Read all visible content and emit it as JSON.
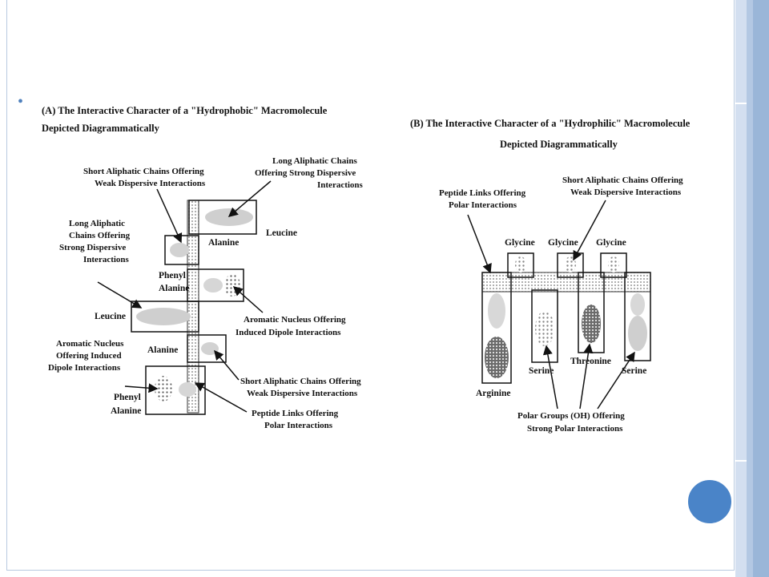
{
  "slide": {
    "bullet": "•",
    "colors": {
      "frame": "#b8c9e0",
      "rail_dark": "#98b4d6",
      "rail_light": "#c6d6ea",
      "circle": "#4a84c8"
    }
  },
  "panel_a": {
    "title_line1": "(A) The Interactive Character of a \"Hydrophobic\" Macromolecule",
    "title_line2": "Depicted Diagrammatically",
    "labels": {
      "short_chains_top_1": "Short Aliphatic Chains Offering",
      "short_chains_top_2": "Weak Dispersive Interactions",
      "long_chains_top_1": "Long Aliphatic Chains",
      "long_chains_top_2": "Offering Strong Dispersive",
      "long_chains_top_3": "Interactions",
      "long_chains_left_1": "Long Aliphatic",
      "long_chains_left_2": "Chains Offering",
      "long_chains_left_3": "Strong Dispersive",
      "long_chains_left_4": "Interactions",
      "aromatic_right_1": "Aromatic Nucleus Offering",
      "aromatic_right_2": "Induced Dipole Interactions",
      "aromatic_left_1": "Aromatic Nucleus",
      "aromatic_left_2": "Offering Induced",
      "aromatic_left_3": "Dipole Interactions",
      "short_chains_bottom_1": "Short Aliphatic Chains Offering",
      "short_chains_bottom_2": "Weak Dispersive Interactions",
      "peptide_1": "Peptide Links Offering",
      "peptide_2": "Polar Interactions"
    },
    "residues": {
      "leucine_top": "Leucine",
      "alanine_top": "Alanine",
      "phenyl_top_1": "Phenyl",
      "phenyl_top_2": "Alanine",
      "leucine_mid": "Leucine",
      "alanine_bottom": "Alanine",
      "phenyl_bottom_1": "Phenyl",
      "phenyl_bottom_2": "Alanine"
    }
  },
  "panel_b": {
    "title_line1": "(B) The Interactive Character of a \"Hydrophilic\" Macromolecule",
    "title_line2": "Depicted Diagrammatically",
    "labels": {
      "peptide_1": "Peptide Links Offering",
      "peptide_2": "Polar Interactions",
      "short_chains_1": "Short Aliphatic Chains Offering",
      "short_chains_2": "Weak Dispersive Interactions",
      "polar_groups_1": "Polar Groups (OH) Offering",
      "polar_groups_2": "Strong Polar Interactions"
    },
    "residues": {
      "glycine_1": "Glycine",
      "glycine_2": "Glycine",
      "glycine_3": "Glycine",
      "arginine": "Arginine",
      "serine_1": "Serine",
      "threonine": "Threonine",
      "serine_2": "Serine"
    }
  }
}
